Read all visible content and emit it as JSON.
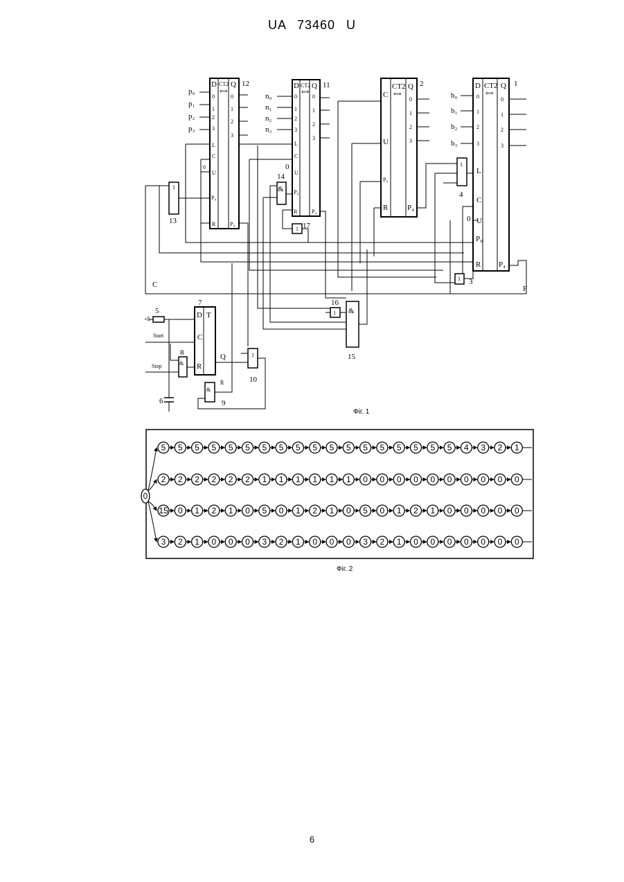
{
  "header": {
    "text": "UA 73460 U"
  },
  "page_number": "6",
  "fig1": {
    "caption": "Фіг. 1",
    "counters": [
      {
        "number": "12",
        "d": "D",
        "ct": "CT2",
        "dir": "⟺",
        "q": "Q",
        "inputs": [
          "p₀",
          "p₁",
          "p₂",
          "p₃"
        ],
        "pins": [
          "0",
          "1",
          "2",
          "3"
        ],
        "ctrl": [
          "L",
          "C",
          "U",
          "P₀",
          "R"
        ],
        "out_p": "P₄",
        "u_in": "0"
      },
      {
        "number": "11",
        "d": "D",
        "ct": "CT2",
        "dir": "⟺",
        "q": "Q",
        "inputs": [
          "n₀",
          "n₁",
          "n₂",
          "n₃"
        ],
        "pins": [
          "0",
          "1",
          "2",
          "3"
        ],
        "ctrl": [
          "L",
          "C",
          "U",
          "P₀",
          "R"
        ],
        "out_p": "P₄",
        "u_in": "0"
      },
      {
        "number": "2",
        "ct": "CT2",
        "dir": "⟺",
        "q": "Q",
        "pins": [
          "0",
          "1",
          "2",
          "3"
        ],
        "ctrl": [
          "C",
          "U",
          "P₀",
          "R"
        ],
        "out_p": "P₄"
      },
      {
        "number": "1",
        "d": "D",
        "ct": "CT2",
        "dir": "⟺",
        "q": "Q",
        "inputs": [
          "b₀",
          "b₁",
          "b₂",
          "b₃"
        ],
        "pins": [
          "0",
          "1",
          "2",
          "3"
        ],
        "ctrl": [
          "L",
          "C",
          "U",
          "P₀",
          "R"
        ],
        "out_p": "P₄",
        "u_in": "0"
      }
    ],
    "gates": {
      "g13": {
        "sym": "1",
        "label": "13"
      },
      "g14": {
        "sym": "&",
        "label": "14"
      },
      "g17": {
        "sym": "1",
        "label": "17"
      },
      "g4": {
        "sym": "1",
        "label": "4"
      },
      "g3": {
        "sym": "1",
        "label": "3"
      },
      "g16": {
        "sym": "1",
        "label": "16"
      },
      "g15": {
        "sym": "&",
        "label": "15"
      },
      "g8": {
        "sym": "&",
        "label": "8"
      },
      "g9": {
        "sym": "&",
        "label": "9"
      },
      "g10": {
        "sym": "1",
        "label": "10"
      }
    },
    "trigger": {
      "d": "D",
      "t": "T",
      "c": "C",
      "r": "R",
      "label": "7",
      "q_out": "Q",
      "r_bar": "R̄"
    },
    "resistor": {
      "label": "5",
      "supply": "+E"
    },
    "capacitor": {
      "label": "6"
    },
    "signals": {
      "start": "Start",
      "stop": "Stop",
      "c": "C",
      "f": "F"
    }
  },
  "fig2": {
    "caption": "Фіг. 2",
    "root": "0",
    "rows": [
      [
        "5",
        "5",
        "5",
        "5",
        "5",
        "5",
        "5",
        "5",
        "5",
        "5",
        "5",
        "5",
        "5",
        "5",
        "5",
        "5",
        "5",
        "5",
        "4",
        "3",
        "2",
        "1"
      ],
      [
        "2",
        "2",
        "2",
        "2",
        "2",
        "2",
        "1",
        "1",
        "1",
        "1",
        "1",
        "1",
        "0",
        "0",
        "0",
        "0",
        "0",
        "0",
        "0",
        "0",
        "0",
        "0"
      ],
      [
        "15",
        "0",
        "1",
        "2",
        "1",
        "0",
        "5",
        "0",
        "1",
        "2",
        "1",
        "0",
        "5",
        "0",
        "1",
        "2",
        "1",
        "0",
        "0",
        "0",
        "0",
        "0"
      ],
      [
        "3",
        "2",
        "1",
        "0",
        "0",
        "0",
        "3",
        "2",
        "1",
        "0",
        "0",
        "0",
        "3",
        "2",
        "1",
        "0",
        "0",
        "0",
        "0",
        "0",
        "0",
        "0"
      ]
    ]
  }
}
